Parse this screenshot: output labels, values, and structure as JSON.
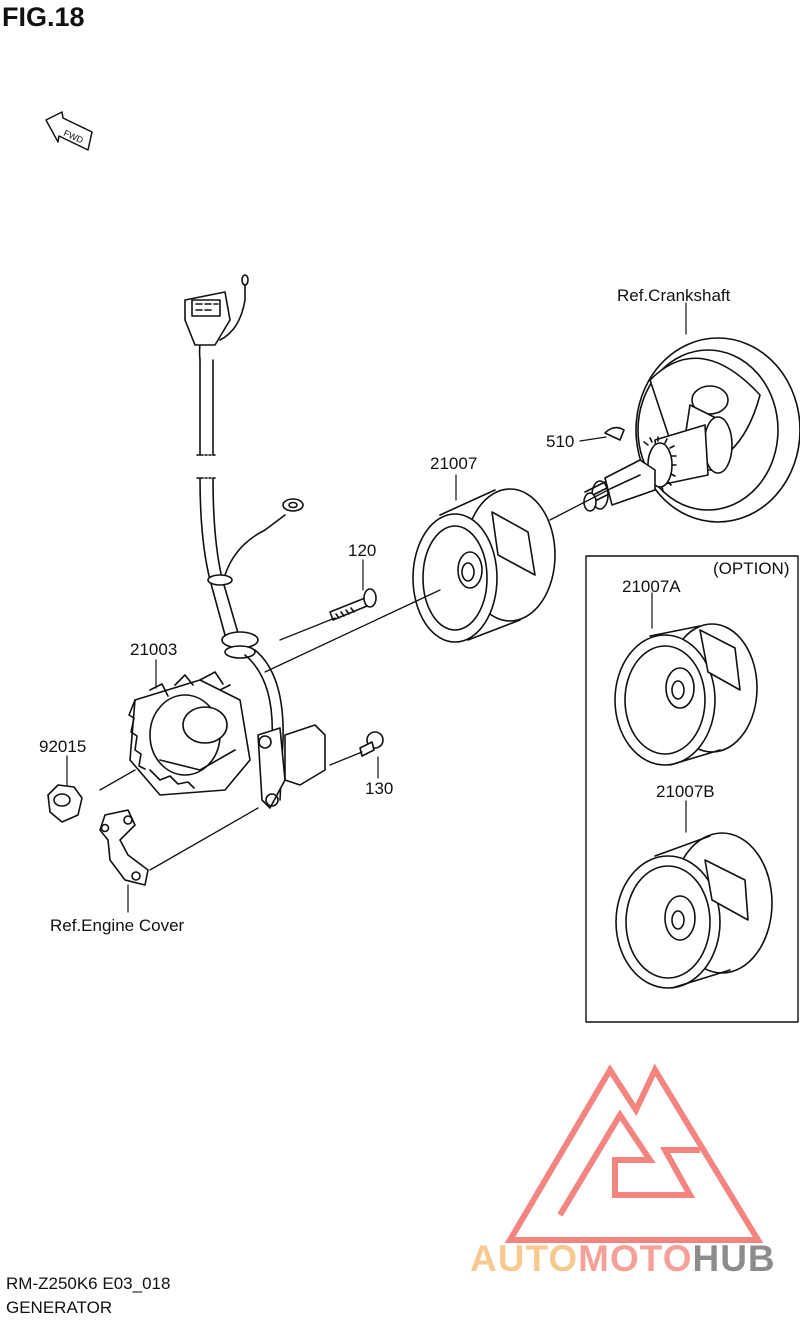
{
  "figure": {
    "title": "FIG.18",
    "fwd_label": "FWD"
  },
  "labels": {
    "crankshaft": "Ref.Crankshaft",
    "p510": "510",
    "p21007": "21007",
    "p120": "120",
    "p21003": "21003",
    "p92015": "92015",
    "p130": "130",
    "engine_cover": "Ref.Engine Cover",
    "option": "(OPTION)",
    "p21007A": "21007A",
    "p21007B": "21007B"
  },
  "footer": {
    "model_code": "RM-Z250K6 E03_018",
    "section": "GENERATOR"
  },
  "watermark": {
    "part1": "AUTO",
    "part2": "MOTO",
    "part3": "HUB",
    "color_auto": "#f7c98e",
    "color_moto": "#f5a19a",
    "color_hub": "#8c8c8c",
    "logo_color": "#f26f6a"
  }
}
